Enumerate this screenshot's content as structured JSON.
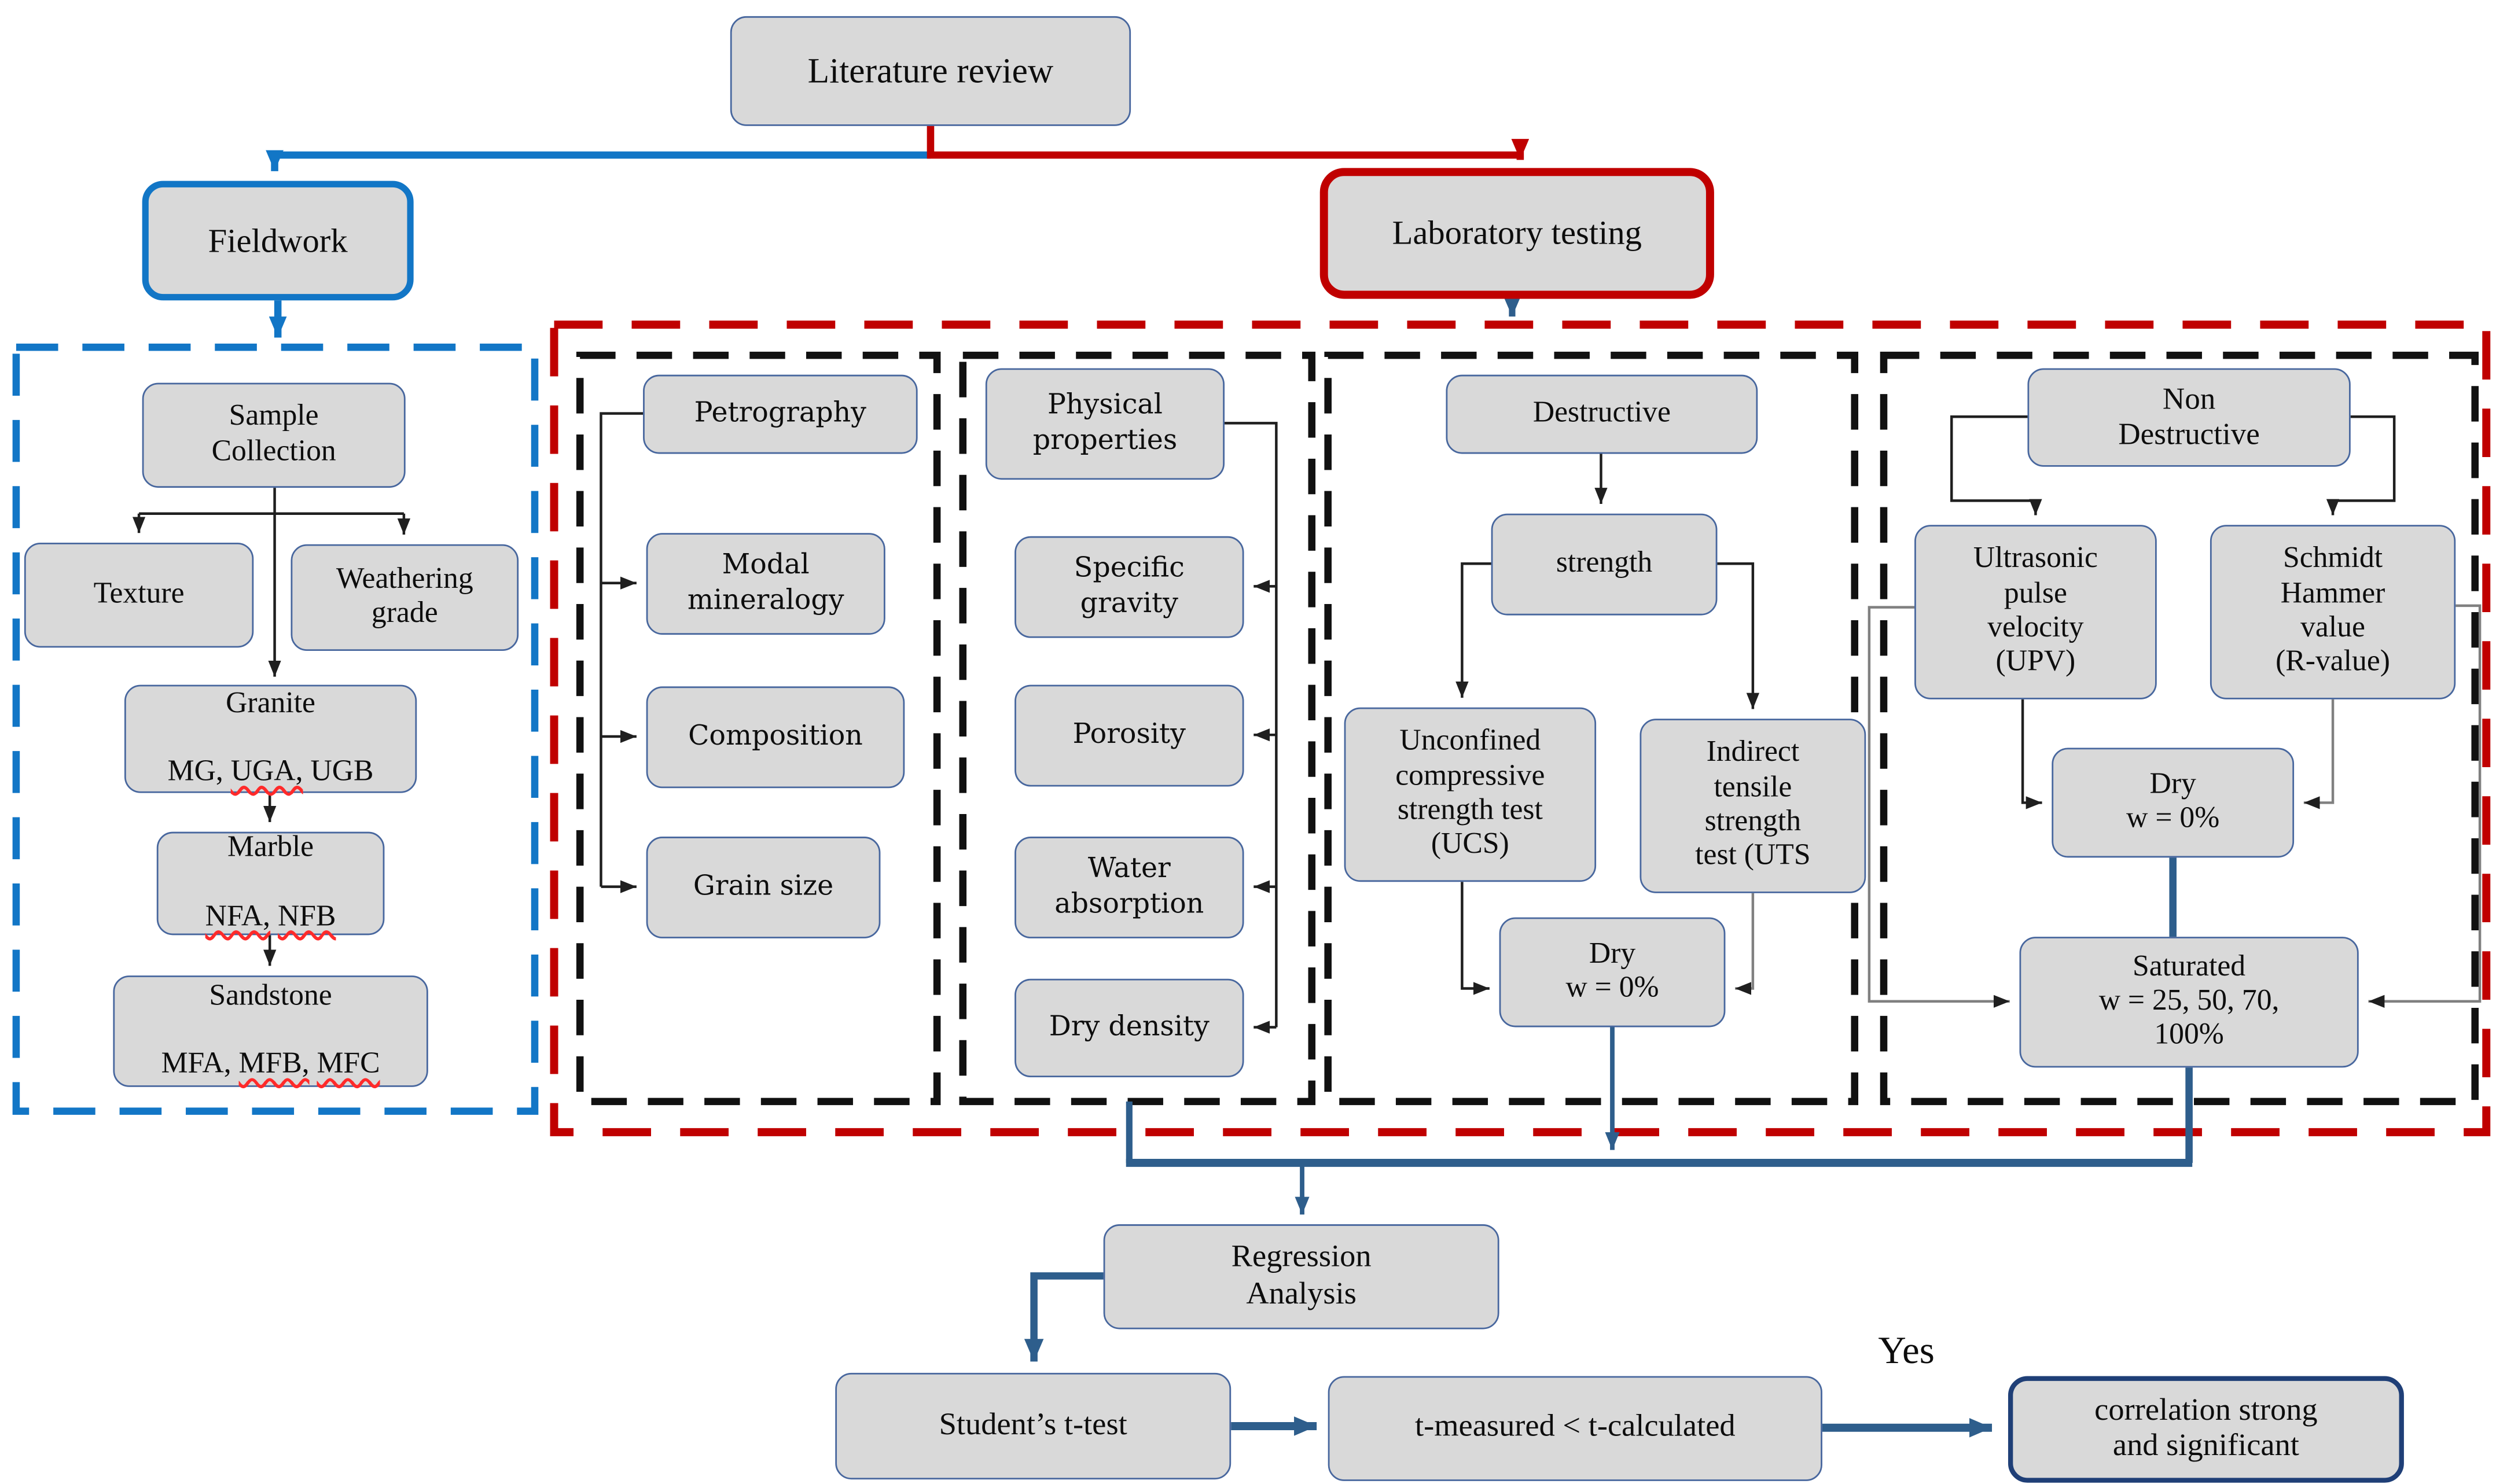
{
  "colors": {
    "fieldwork_accent": "#1276c6",
    "laboratory_accent": "#c00000",
    "flow_accent": "#2e5e8c",
    "box_fill": "#d9d9d9",
    "box_border": "#48679e"
  },
  "nodes": {
    "literature": "Literature review",
    "fieldwork": "Fieldwork",
    "laboratory": "Laboratory testing",
    "sample_collection": "Sample\nCollection",
    "texture": "Texture",
    "weathering": "Weathering\ngrade",
    "granite": {
      "title": "Granite",
      "seg1": "MG, ",
      "seg2": "UGA,",
      "seg3": " UGB"
    },
    "marble": {
      "title": "Marble",
      "seg1": "NFA,",
      "seg2": " ",
      "seg3": "NFB"
    },
    "sandstone": {
      "title": "Sandstone",
      "seg1": "MFA, ",
      "seg2": "MFB,",
      "seg3": " ",
      "seg4": "MFC"
    },
    "petrography": "Petrography",
    "modal_mineralogy": "Modal\nmineralogy",
    "composition": "Composition",
    "grain_size": "Grain size",
    "physical_properties": "Physical\nproperties",
    "specific_gravity": "Specific\ngravity",
    "porosity": "Porosity",
    "water_absorption": "Water\nabsorption",
    "dry_density": "Dry density",
    "destructive": "Destructive",
    "strength": "strength",
    "ucs": "Unconfined\ncompressive\nstrength test\n(UCS)",
    "uts": "Indirect\ntensile\nstrength\ntest (UTS",
    "dry_destructive": "Dry\nw = 0%",
    "non_destructive": "Non\nDestructive",
    "upv": "Ultrasonic\npulse\nvelocity\n(UPV)",
    "schmidt": "Schmidt\nHammer\nvalue\n(R-value)",
    "dry_nondestructive": "Dry\nw = 0%",
    "saturated": "Saturated\nw = 25, 50, 70,\n100%",
    "regression": "Regression\nAnalysis",
    "student_ttest": "Student’s t-test",
    "t_comparison": "t-measured < t-calculated",
    "correlation": "correlation strong\nand significant"
  },
  "labels": {
    "yes": "Yes"
  }
}
